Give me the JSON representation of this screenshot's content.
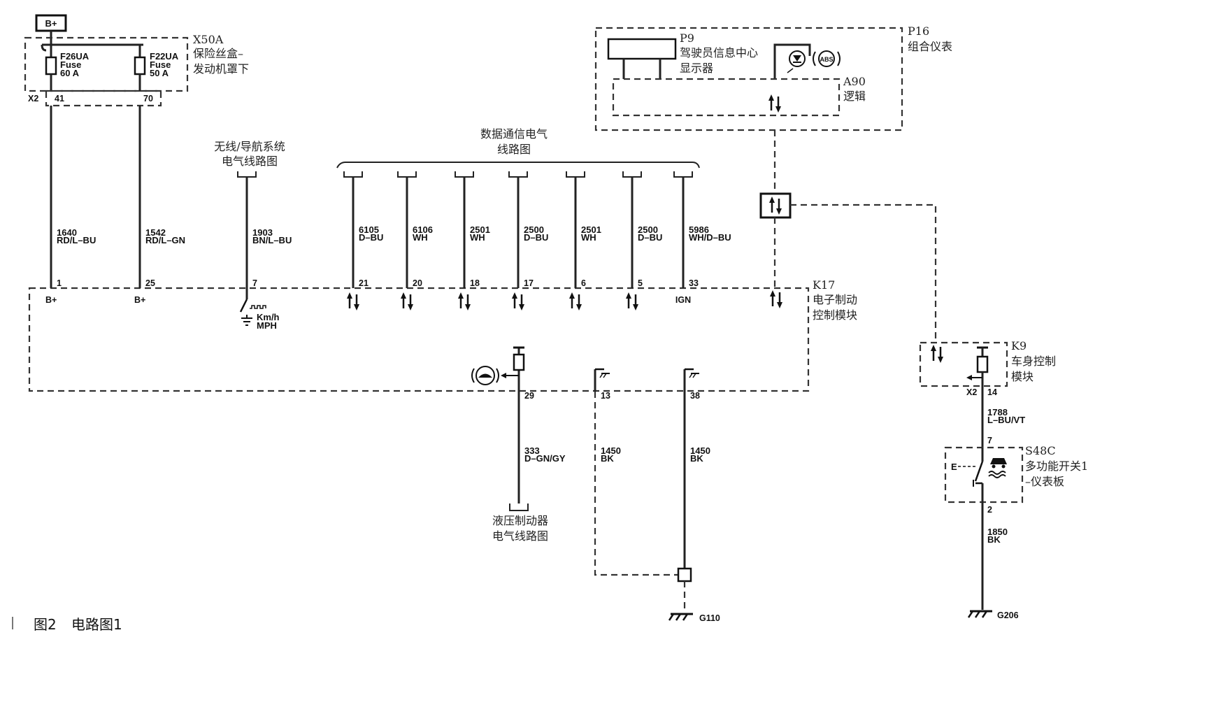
{
  "battery": {
    "label": "B+"
  },
  "fuse_block": {
    "ref": "X50A",
    "name_1": "保险丝盒–",
    "name_2": "发动机罩下",
    "connector": "X2",
    "fuses": [
      {
        "name": "F26UA",
        "type": "Fuse",
        "rating": "60 A",
        "pin": "41"
      },
      {
        "name": "F22UA",
        "type": "Fuse",
        "rating": "50 A",
        "pin": "70"
      }
    ]
  },
  "cluster": {
    "ref": "P16",
    "name": "组合仪表",
    "dic_ref": "P9",
    "dic_name_1": "驾驶员信息中心",
    "dic_name_2": "显示器",
    "logic_ref": "A90",
    "logic_name": "逻辑",
    "abs_text": "ABS"
  },
  "refs": {
    "wireless_1": "无线/导航系统",
    "wireless_2": "电气线路图",
    "datacomm_1": "数据通信电气",
    "datacomm_2": "线路图",
    "hydraulic_1": "液压制动器",
    "hydraulic_2": "电气线路图"
  },
  "ebcm": {
    "ref": "K17",
    "name_1": "电子制动",
    "name_2": "控制模块",
    "speed_units_1": "Km/h",
    "speed_units_2": "MPH",
    "wires": [
      {
        "circuit": "1640",
        "color": "RD/L–BU",
        "pin": "1",
        "sub": "B+"
      },
      {
        "circuit": "1542",
        "color": "RD/L–GN",
        "pin": "25",
        "sub": "B+"
      },
      {
        "circuit": "1903",
        "color": "BN/L–BU",
        "pin": "7",
        "sub": ""
      },
      {
        "circuit": "6105",
        "color": "D–BU",
        "pin": "21",
        "sub": ""
      },
      {
        "circuit": "6106",
        "color": "WH",
        "pin": "20",
        "sub": ""
      },
      {
        "circuit": "2501",
        "color": "WH",
        "pin": "18",
        "sub": ""
      },
      {
        "circuit": "2500",
        "color": "D–BU",
        "pin": "17",
        "sub": ""
      },
      {
        "circuit": "2501",
        "color": "WH",
        "pin": "6",
        "sub": ""
      },
      {
        "circuit": "2500",
        "color": "D–BU",
        "pin": "5",
        "sub": ""
      },
      {
        "circuit": "5986",
        "color": "WH/D–BU",
        "pin": "33",
        "sub": "IGN"
      }
    ],
    "bottom_wires": [
      {
        "circuit": "333",
        "color": "D–GN/GY",
        "pin": "29"
      },
      {
        "circuit": "1450",
        "color": "BK",
        "pin": "13"
      },
      {
        "circuit": "1450",
        "color": "BK",
        "pin": "38"
      }
    ]
  },
  "grounds": {
    "g110": "G110",
    "g206": "G206"
  },
  "bcm": {
    "ref": "K9",
    "name_1": "车身控制",
    "name_2": "模块",
    "connector": "X2",
    "pin": "14",
    "wire_circuit": "1788",
    "wire_color": "L–BU/VT"
  },
  "switch": {
    "ref": "S48C",
    "name_1": "多功能开关1",
    "name_2": "–仪表板",
    "pin_top": "7",
    "pin_bottom": "2",
    "out_circuit": "1850",
    "out_color": "BK"
  },
  "caption": {
    "figure": "图2",
    "title": "电路图1"
  }
}
